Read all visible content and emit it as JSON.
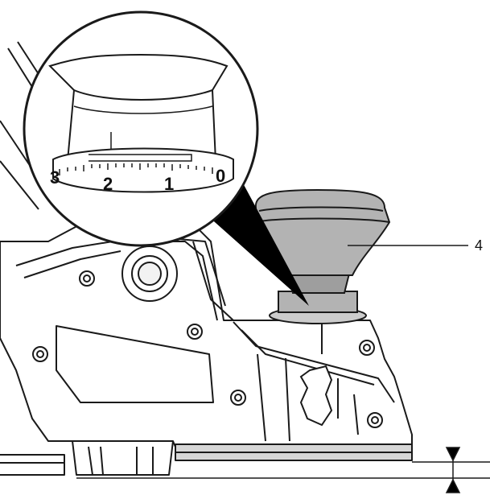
{
  "callout": {
    "label": "4"
  },
  "depth_scale": {
    "numbers": [
      "3",
      "2",
      "1",
      "0"
    ]
  },
  "colors": {
    "line": "#1a1a1a",
    "body_fill": "#ffffff",
    "knob_fill": "#b3b3b3",
    "knob_shade": "#999999",
    "pointer_wedge": "#000000"
  }
}
